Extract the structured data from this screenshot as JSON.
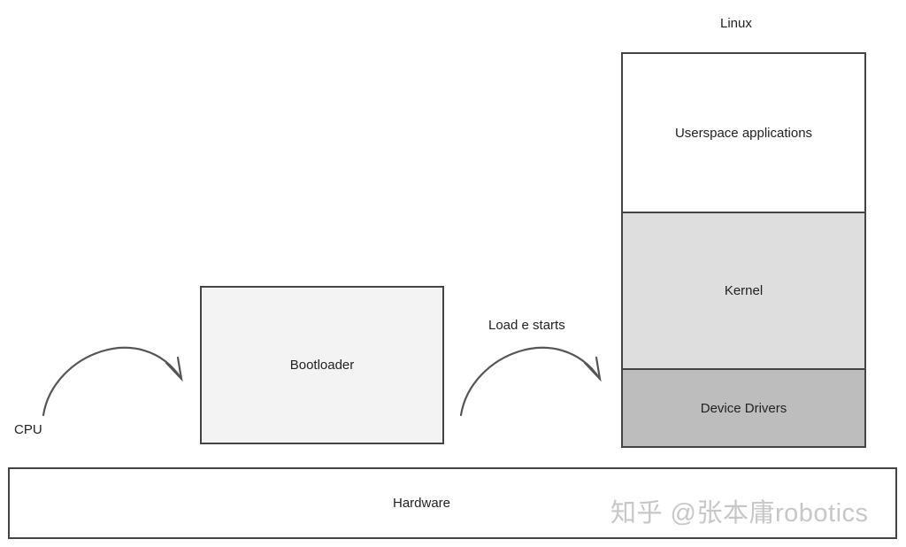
{
  "diagram": {
    "linux_title": "Linux",
    "layers": {
      "userspace": "Userspace applications",
      "kernel": "Kernel",
      "drivers": "Device Drivers"
    },
    "bootloader": "Bootloader",
    "hardware": "Hardware",
    "cpu_label": "CPU",
    "transition_label": "Load e starts"
  },
  "watermark": "知乎 @张本庸robotics",
  "colors": {
    "border": "#444444",
    "bootloader_fill": "#f3f3f3",
    "kernel_fill": "#dedede",
    "drivers_fill": "#bdbdbd",
    "arrow": "#555555"
  }
}
